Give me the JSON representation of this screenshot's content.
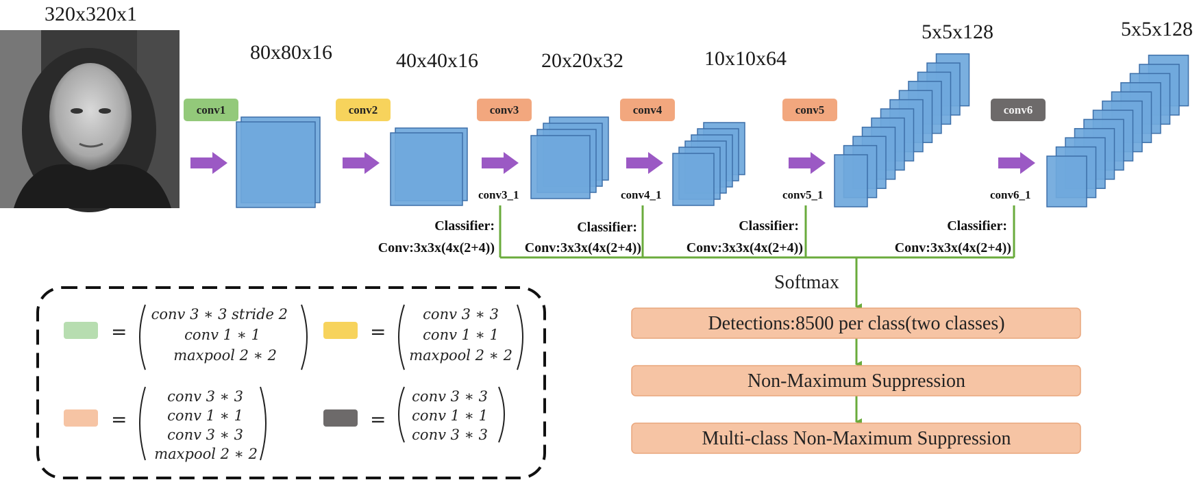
{
  "input": {
    "dims": "320x320x1",
    "image_alt": "grayscale face photo"
  },
  "stages": [
    {
      "dims": "80x80x16",
      "conv": "conv1",
      "color": "#93c97a"
    },
    {
      "dims": "40x40x16",
      "conv": "conv2",
      "color": "#f7d35c"
    },
    {
      "dims": "20x20x32",
      "conv": "conv3",
      "color": "#f2a77e",
      "out": "conv3_1"
    },
    {
      "dims": "10x10x64",
      "conv": "conv4",
      "color": "#f2a77e",
      "out": "conv4_1"
    },
    {
      "dims": "5x5x128",
      "conv": "conv5",
      "color": "#f2a77e",
      "out": "conv5_1"
    },
    {
      "dims": "5x5x128",
      "conv": "conv6",
      "color": "#6d6a6a",
      "out": "conv6_1"
    }
  ],
  "classifier": {
    "title": "Classifier:",
    "formula": "Conv:3x3x(4x(2+4))"
  },
  "softmax": "Softmax",
  "pipeline": [
    "Detections:8500 per class(two classes)",
    "Non-Maximum Suppression",
    "Multi-class Non-Maximum Suppression"
  ],
  "legend": {
    "equals": "=",
    "green": [
      "conv 3 ∗ 3 stride 2",
      "conv 1 ∗ 1",
      "maxpool 2 ∗ 2"
    ],
    "yellow": [
      "conv 3 ∗ 3",
      "conv 1 ∗ 1",
      "maxpool 2 ∗ 2"
    ],
    "orange": [
      "conv 3 ∗ 3",
      "conv 1 ∗ 1",
      "conv 3 ∗ 3",
      "maxpool 2 ∗ 2"
    ],
    "gray": [
      "conv 3 ∗ 3",
      "conv 1 ∗ 1",
      "conv 3 ∗ 3"
    ]
  },
  "colors": {
    "block": "#6fa8dc",
    "block_stroke": "#3d6fa8",
    "arrow": "#9b59c4",
    "line": "#6aab3c",
    "pipeline_fill": "#f6c4a4"
  }
}
